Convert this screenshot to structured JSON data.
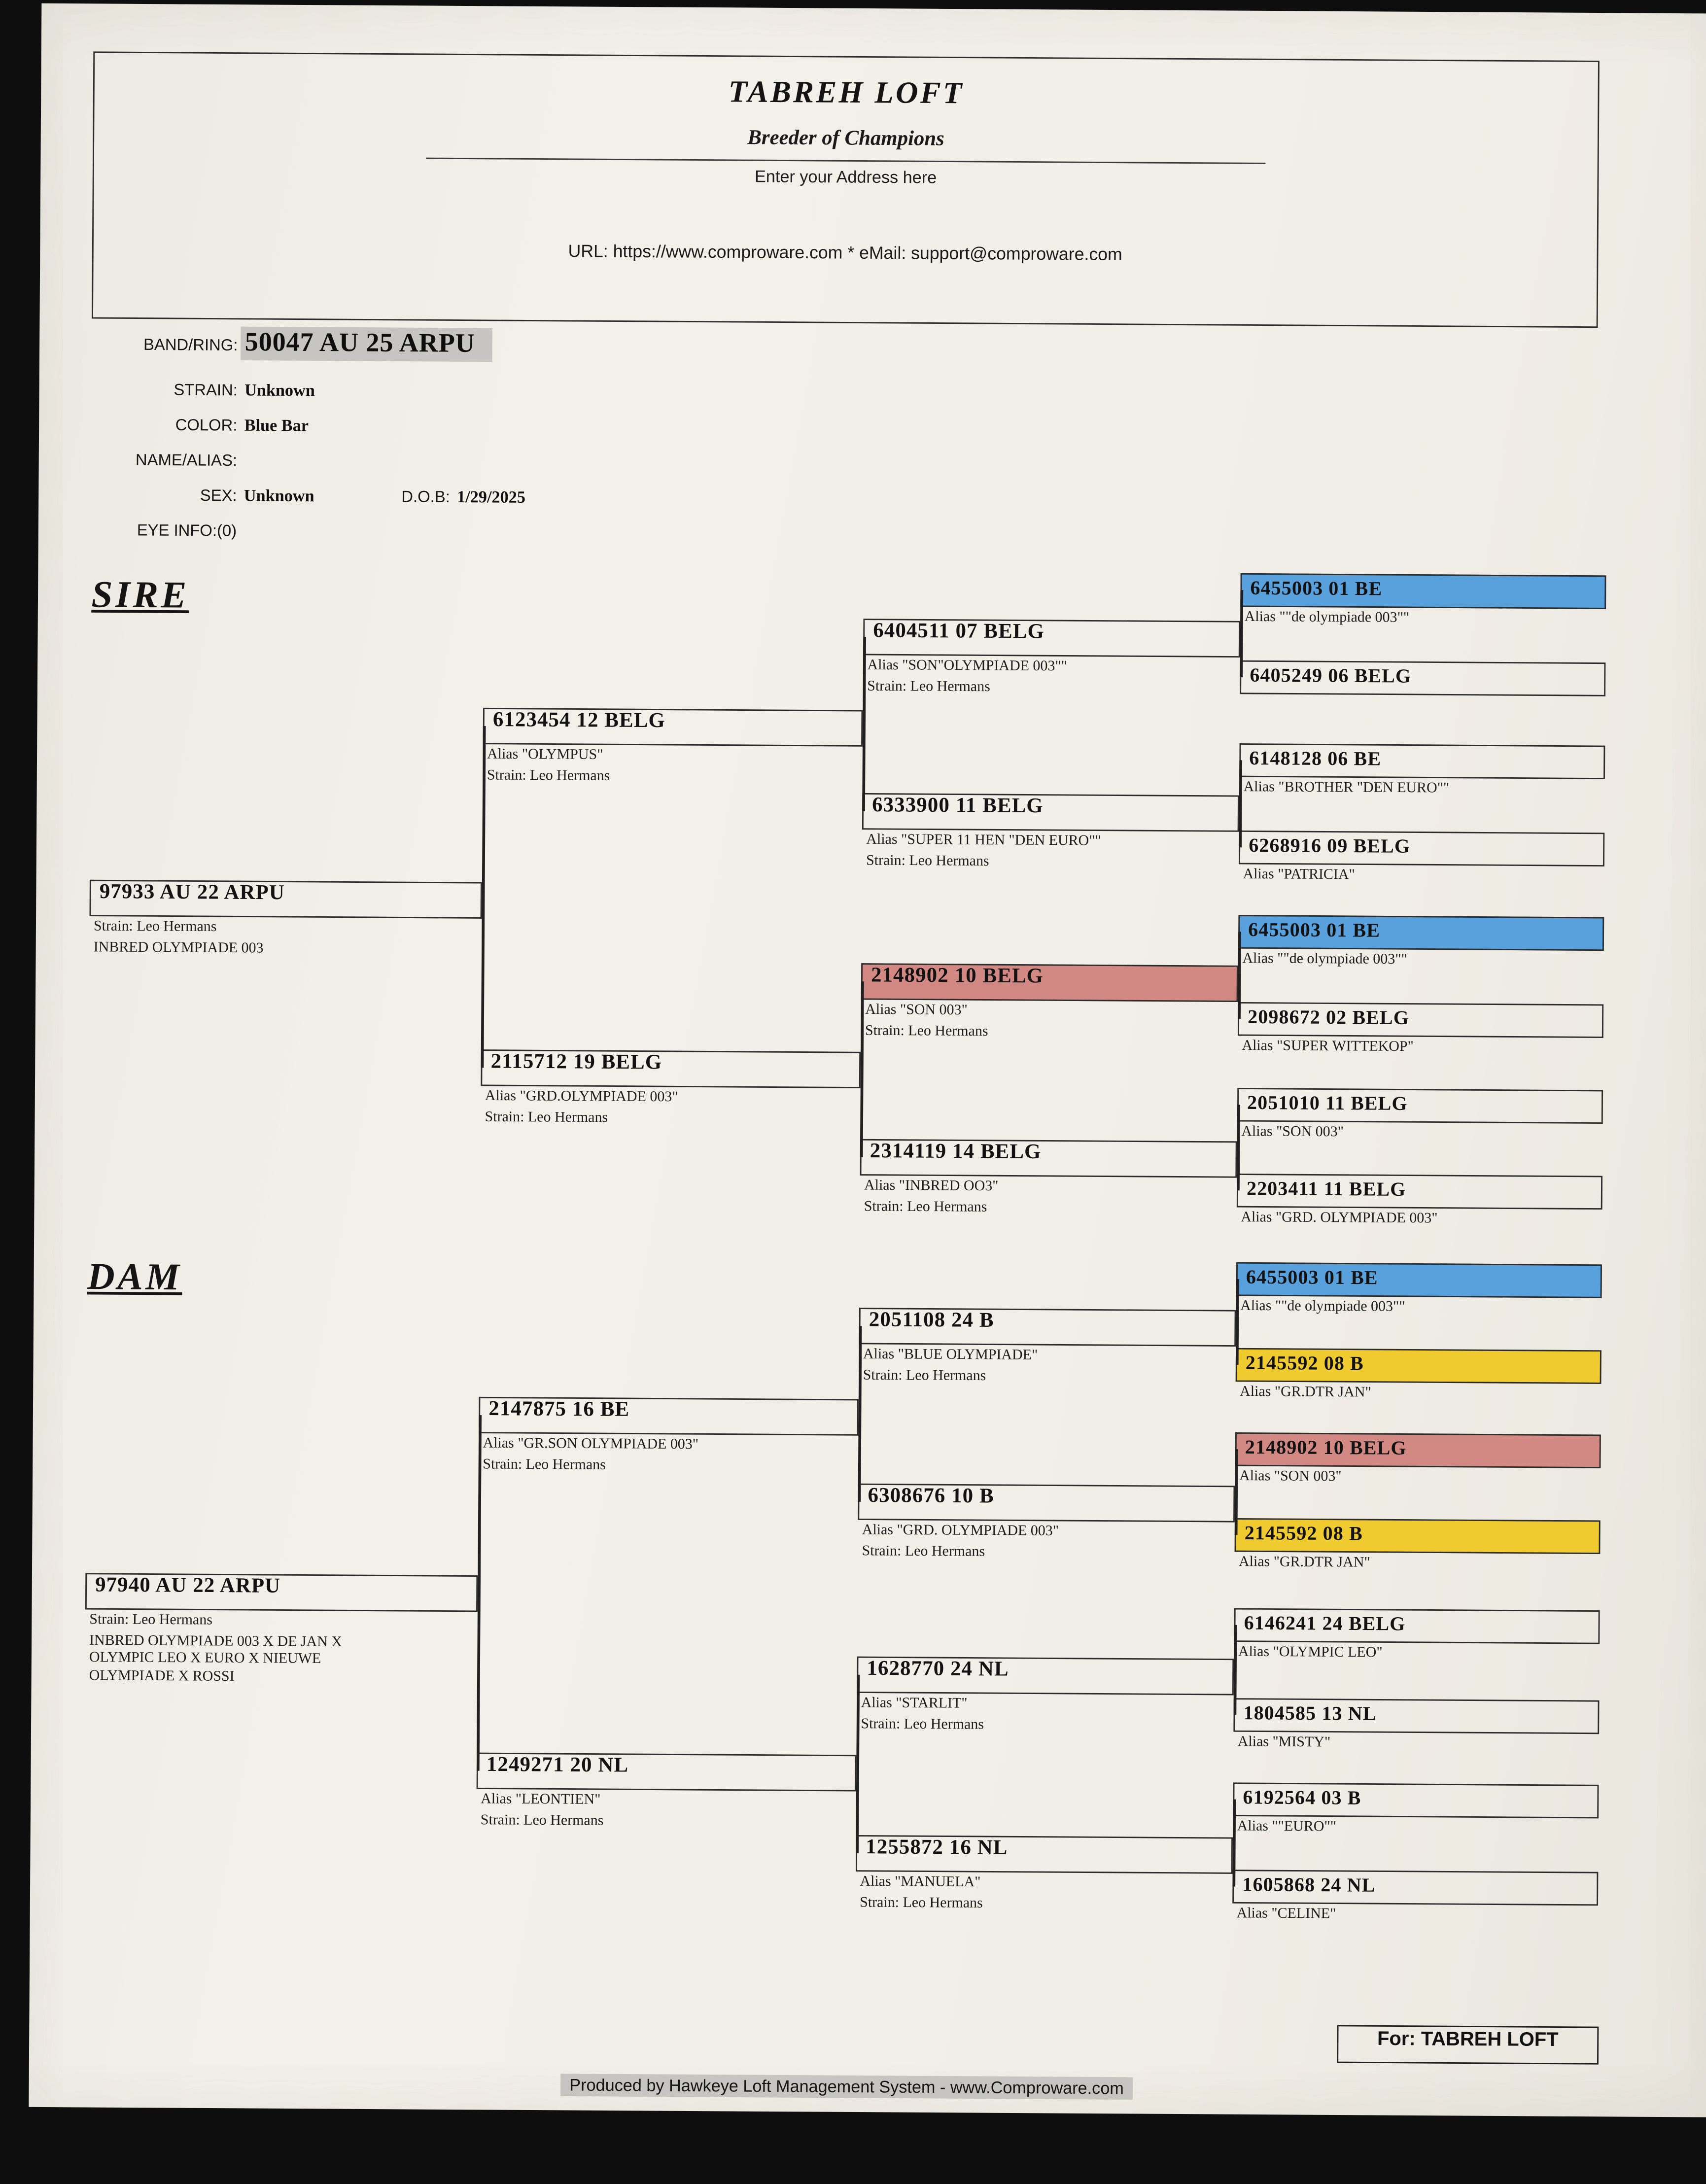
{
  "page": {
    "colors": {
      "paper": "#f1eee8",
      "background": "#0e0e0e",
      "highlight_blue": "#58a1dc",
      "highlight_red": "#d28984",
      "highlight_yellow": "#f0cb2f",
      "highlight_gray": "#c6c5c1"
    },
    "header": {
      "loft_name": "TABREH LOFT",
      "tagline": "Breeder of Champions",
      "address_placeholder": "Enter your Address here",
      "contact_line": "URL: https://www.comproware.com * eMail: support@comproware.com"
    },
    "bird_info": {
      "band_ring_label": "BAND/RING:",
      "band_ring_value": "50047 AU 25 ARPU",
      "strain_label": "STRAIN:",
      "strain_value": "Unknown",
      "color_label": "COLOR:",
      "color_value": "Blue Bar",
      "name_alias_label": "NAME/ALIAS:",
      "sex_label": "SEX:",
      "sex_value": "Unknown",
      "dob_label": "D.O.B:",
      "dob_value": "1/29/2025",
      "eye_info_label": "EYE INFO:(0)"
    },
    "section_labels": {
      "sire": "SIRE",
      "dam": "DAM"
    },
    "footer": {
      "for_line": "For: TABREH LOFT",
      "produced_by": "Produced by Hawkeye Loft Management System - www.Comproware.com"
    }
  },
  "pedigree": {
    "gen1": [
      {
        "band": "97933 AU 22 ARPU",
        "strain": "Strain: Leo Hermans",
        "note": "INBRED OLYMPIADE 003"
      },
      {
        "band": "97940 AU 22 ARPU",
        "strain": "Strain: Leo Hermans",
        "note": "INBRED OLYMPIADE 003 X DE JAN X OLYMPIC LEO X EURO X NIEUWE OLYMPIADE X ROSSI"
      }
    ],
    "gen2": [
      {
        "band": "6123454 12 BELG",
        "alias": "Alias \"OLYMPUS\"",
        "strain": "Strain: Leo Hermans"
      },
      {
        "band": "2115712 19 BELG",
        "alias": "Alias \"GRD.OLYMPIADE 003\"",
        "strain": "Strain: Leo Hermans"
      },
      {
        "band": "2147875 16 BE",
        "alias": "Alias \"GR.SON OLYMPIADE 003\"",
        "strain": "Strain: Leo Hermans"
      },
      {
        "band": "1249271 20 NL",
        "alias": "Alias \"LEONTIEN\"",
        "strain": "Strain: Leo Hermans"
      }
    ],
    "gen3": [
      {
        "band": "6404511 07 BELG",
        "alias": "Alias \"SON\"OLYMPIADE 003\"\"",
        "strain": "Strain: Leo Hermans"
      },
      {
        "band": "6333900 11 BELG",
        "alias": "Alias \"SUPER 11 HEN \"DEN EURO\"\"",
        "strain": "Strain: Leo Hermans"
      },
      {
        "band": "2148902 10 BELG",
        "alias": "Alias \"SON 003\"",
        "strain": "Strain: Leo Hermans",
        "highlight": "red"
      },
      {
        "band": "2314119 14 BELG",
        "alias": "Alias \"INBRED OO3\"",
        "strain": "Strain: Leo Hermans"
      },
      {
        "band": "2051108 24 B",
        "alias": "Alias \"BLUE OLYMPIADE\"",
        "strain": "Strain: Leo Hermans"
      },
      {
        "band": "6308676 10 B",
        "alias": "Alias \"GRD. OLYMPIADE 003\"",
        "strain": "Strain: Leo Hermans"
      },
      {
        "band": "1628770 24 NL",
        "alias": "Alias \"STARLIT\"",
        "strain": "Strain: Leo Hermans"
      },
      {
        "band": "1255872 16 NL",
        "alias": "Alias \"MANUELA\"",
        "strain": "Strain: Leo Hermans"
      }
    ],
    "gen4": [
      {
        "band": "6455003 01 BE",
        "alias": "Alias \"\"de olympiade 003\"\"",
        "highlight": "blue"
      },
      {
        "band": "6405249 06 BELG",
        "alias": ""
      },
      {
        "band": "6148128 06 BE",
        "alias": "Alias \"BROTHER \"DEN EURO\"\""
      },
      {
        "band": "6268916 09 BELG",
        "alias": "Alias \"PATRICIA\""
      },
      {
        "band": "6455003 01 BE",
        "alias": "Alias \"\"de olympiade 003\"\"",
        "highlight": "blue"
      },
      {
        "band": "2098672 02 BELG",
        "alias": "Alias \"SUPER WITTEKOP\""
      },
      {
        "band": "2051010 11 BELG",
        "alias": "Alias \"SON 003\""
      },
      {
        "band": "2203411 11 BELG",
        "alias": "Alias \"GRD. OLYMPIADE 003\""
      },
      {
        "band": "6455003 01 BE",
        "alias": "Alias \"\"de olympiade 003\"\"",
        "highlight": "blue"
      },
      {
        "band": "2145592 08 B",
        "alias": "Alias \"GR.DTR JAN\"",
        "highlight": "yellow"
      },
      {
        "band": "2148902 10 BELG",
        "alias": "Alias \"SON 003\"",
        "highlight": "red"
      },
      {
        "band": "2145592 08 B",
        "alias": "Alias \"GR.DTR JAN\"",
        "highlight": "yellow"
      },
      {
        "band": "6146241 24 BELG",
        "alias": "Alias \"OLYMPIC LEO\""
      },
      {
        "band": "1804585 13 NL",
        "alias": "Alias \"MISTY\""
      },
      {
        "band": "6192564 03 B",
        "alias": "Alias \"\"EURO\"\""
      },
      {
        "band": "1605868 24 NL",
        "alias": "Alias \"CELINE\""
      }
    ]
  }
}
